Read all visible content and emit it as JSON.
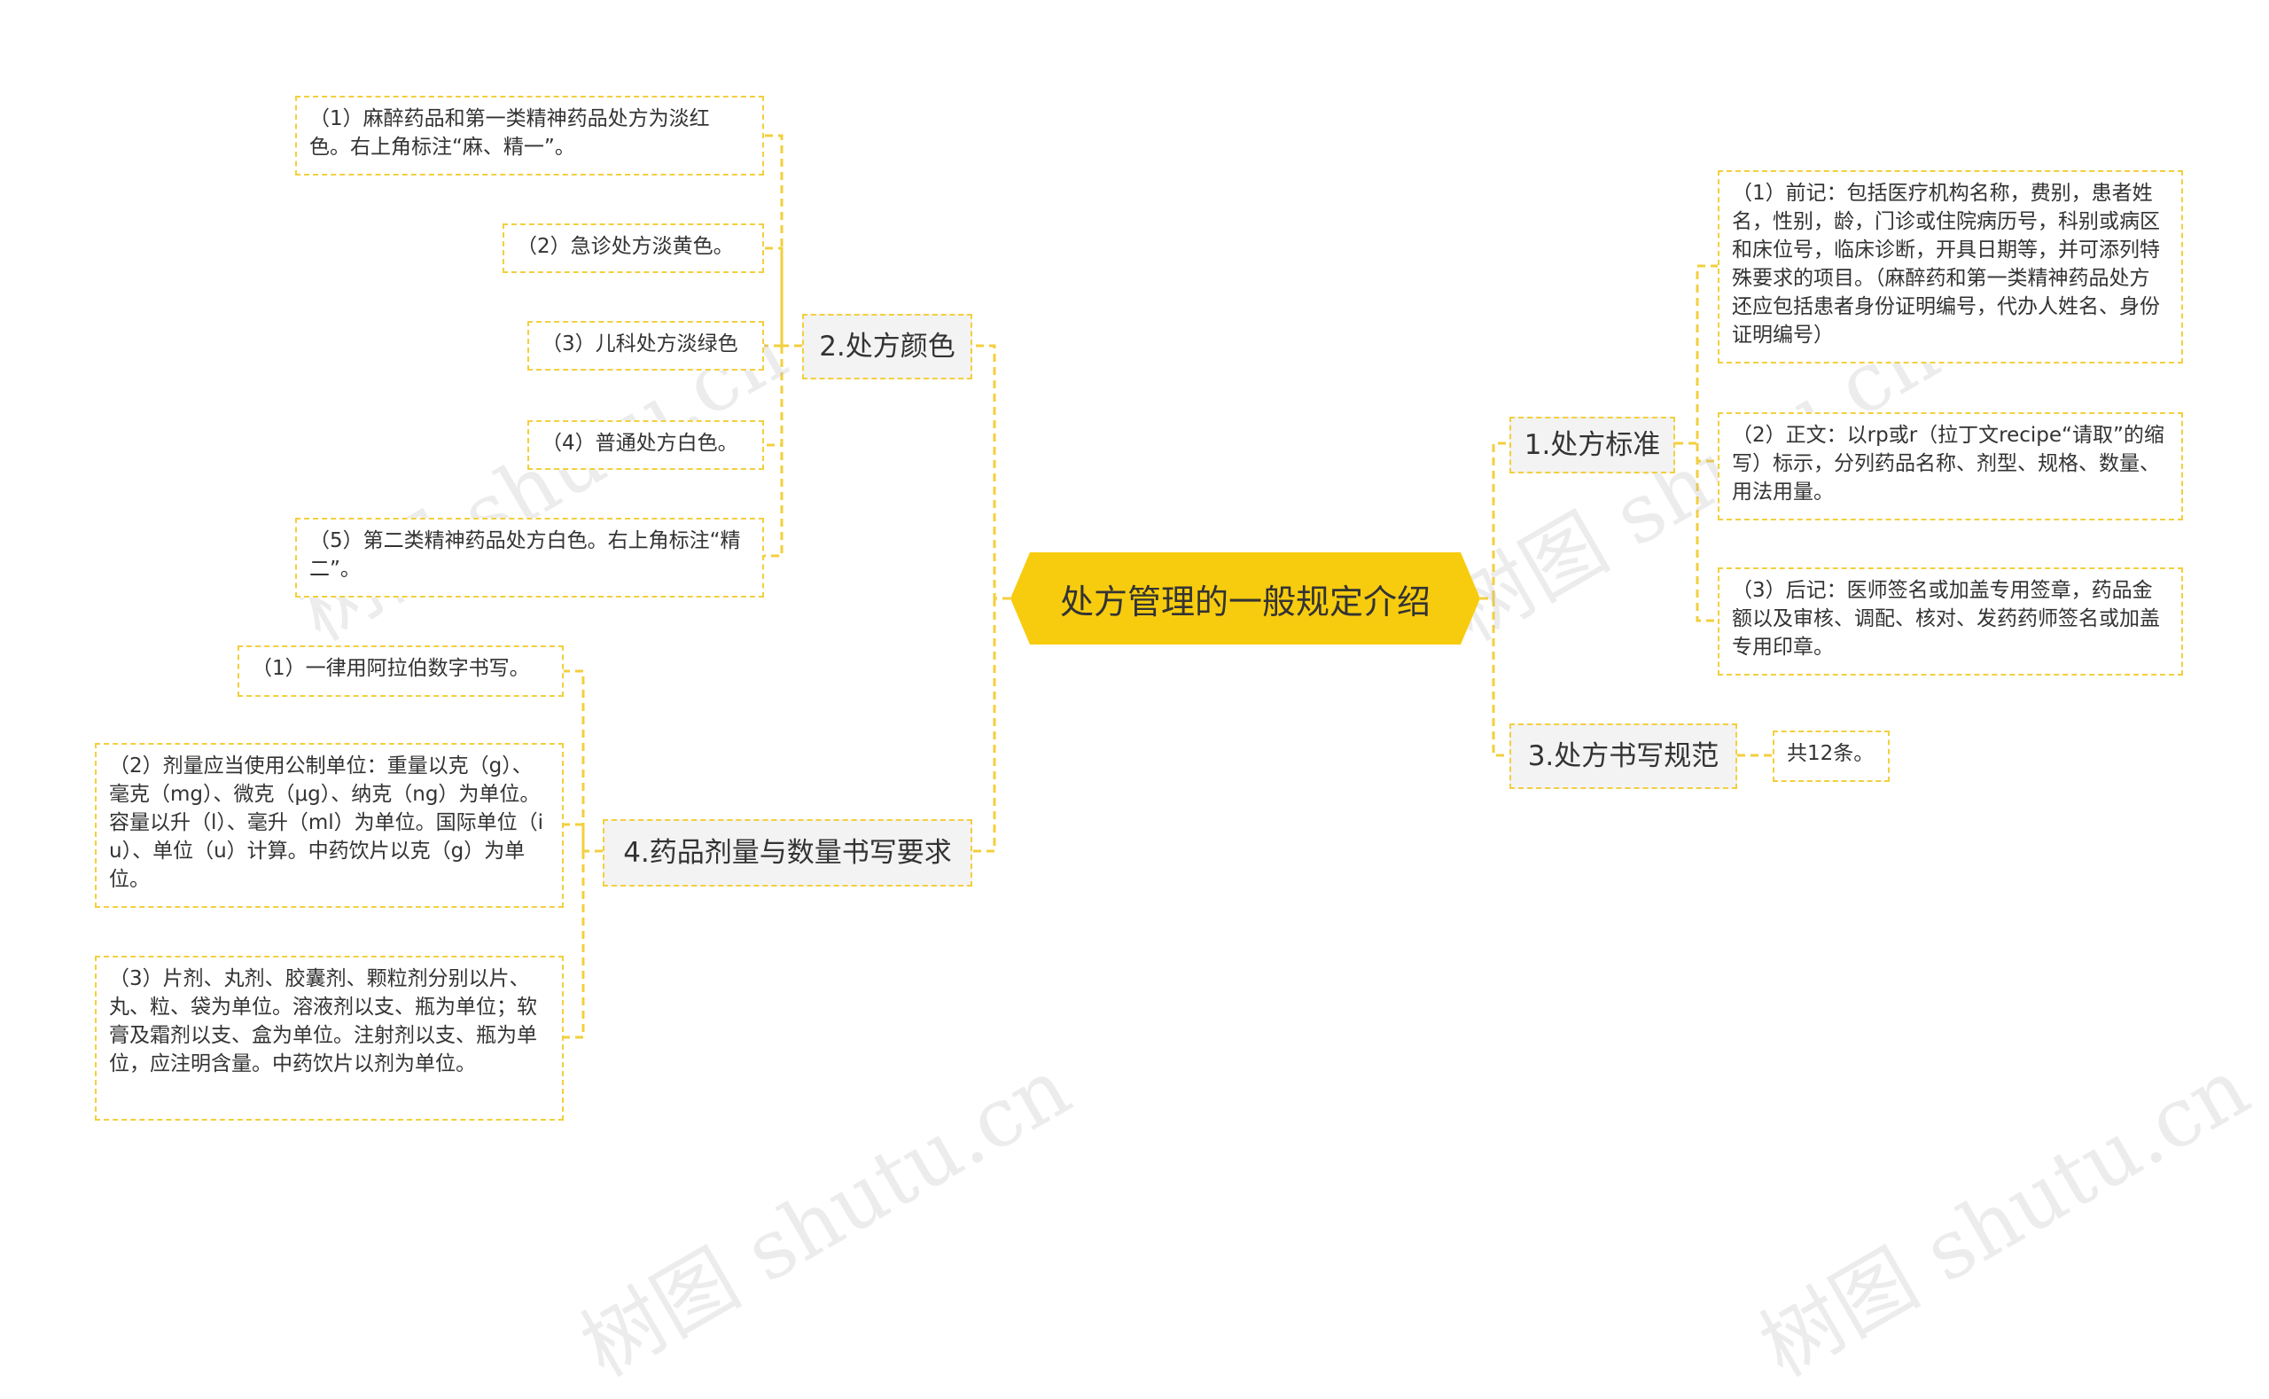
{
  "root": {
    "label": "处方管理的一般规定介绍"
  },
  "branches": {
    "b1": {
      "label": "1.处方标准"
    },
    "b2": {
      "label": "2.处方颜色"
    },
    "b3": {
      "label": "3.处方书写规范"
    },
    "b4": {
      "label": "4.药品剂量与数量书写要求"
    }
  },
  "leaves": {
    "b1_1": "（1）前记：包括医疗机构名称，费别，患者姓名，性别，龄，门诊或住院病历号，科别或病区和床位号，临床诊断，开具日期等，并可添列特殊要求的项目。（麻醉药和第一类精神药品处方还应包括患者身份证明编号，代办人姓名、身份证明编号）",
    "b1_2": "（2）正文：以rp或r（拉丁文recipe“请取”的缩写）标示，分列药品名称、剂型、规格、数量、用法用量。",
    "b1_3": "（3）后记：医师签名或加盖专用签章，药品金额以及审核、调配、核对、发药药师签名或加盖专用印章。",
    "b2_1": "（1）麻醉药品和第一类精神药品处方为淡红色。右上角标注“麻、精一”。",
    "b2_2": "（2）急诊处方淡黄色。",
    "b2_3": "（3）儿科处方淡绿色",
    "b2_4": "（4）普通处方白色。",
    "b2_5": "（5）第二类精神药品处方白色。右上角标注“精二”。",
    "b3_1": "共12条。",
    "b4_1": "（1）一律用阿拉伯数字书写。",
    "b4_2": "（2）剂量应当使用公制单位：重量以克（g）、毫克（mg）、微克（μg）、纳克（ng）为单位。容量以升（l）、毫升（ml）为单位。国际单位（iu）、单位（u）计算。中药饮片以克（g）为单位。",
    "b4_3": "（3）片剂、丸剂、胶囊剂、颗粒剂分别以片、丸、粒、袋为单位。溶液剂以支、瓶为单位；软膏及霜剂以支、盒为单位。注射剂以支、瓶为单位，应注明含量。中药饮片以剂为单位。"
  },
  "watermark": "树图 shutu.cn",
  "colors": {
    "accent": "#f7cc0f",
    "line": "#f3cf3d",
    "branch_bg": "#f3f3f3"
  }
}
